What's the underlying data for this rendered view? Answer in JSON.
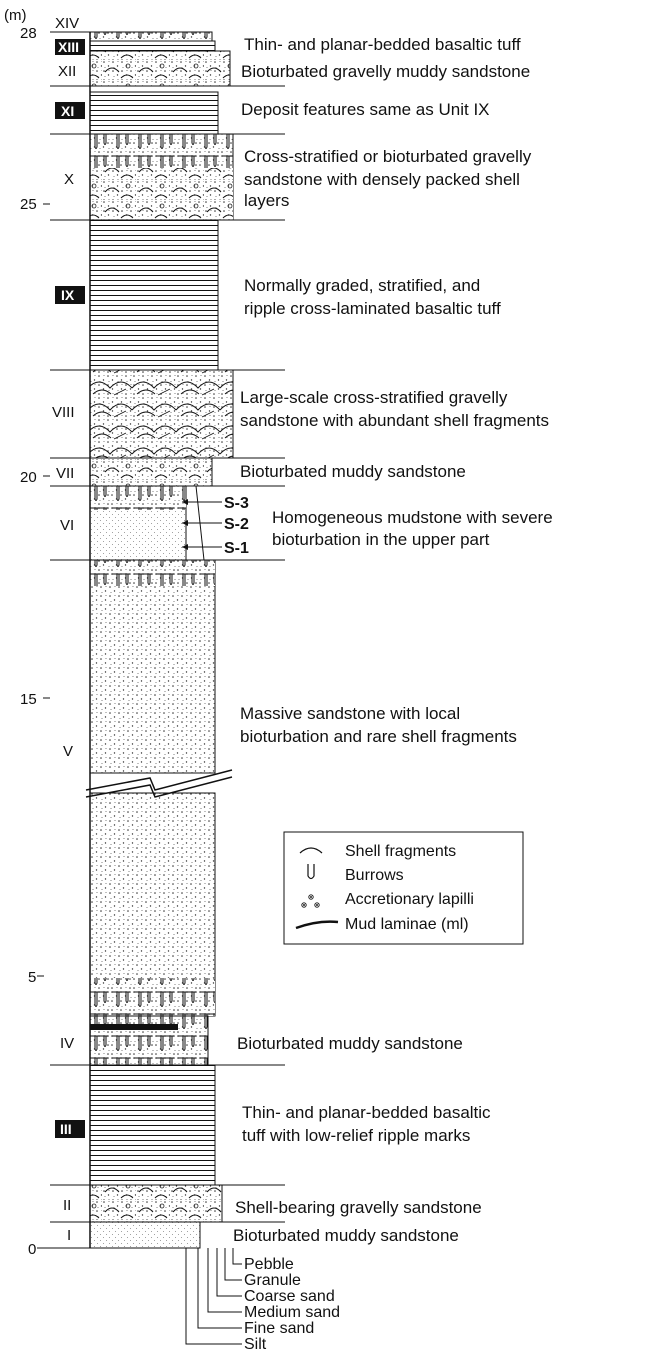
{
  "axis_unit": "(m)",
  "depth_ticks": [
    "28",
    "25",
    "20",
    "15",
    "5",
    "0"
  ],
  "units": [
    {
      "label": "XIV",
      "boxed": false
    },
    {
      "label": "XIII",
      "boxed": true
    },
    {
      "label": "XII",
      "boxed": false
    },
    {
      "label": "XI",
      "boxed": true
    },
    {
      "label": "X",
      "boxed": false
    },
    {
      "label": "IX",
      "boxed": true
    },
    {
      "label": "VIII",
      "boxed": false
    },
    {
      "label": "VII",
      "boxed": false
    },
    {
      "label": "VI",
      "boxed": false
    },
    {
      "label": "V",
      "boxed": false
    },
    {
      "label": "IV",
      "boxed": false
    },
    {
      "label": "III",
      "boxed": true
    },
    {
      "label": "II",
      "boxed": false
    },
    {
      "label": "I",
      "boxed": false
    }
  ],
  "descriptions": {
    "xiii": "Thin- and planar-bedded basaltic tuff",
    "xii": "Bioturbated gravelly muddy sandstone",
    "xi": "Deposit features same as Unit IX",
    "x": [
      "Cross-stratified or bioturbated gravelly",
      "sandstone with densely packed shell",
      "layers"
    ],
    "ix": [
      "Normally graded, stratified, and",
      "ripple cross-laminated basaltic tuff"
    ],
    "viii": [
      "Large-scale cross-stratified gravelly",
      "sandstone with abundant shell fragments"
    ],
    "vii": "Bioturbated muddy sandstone",
    "vi": [
      "Homogeneous mudstone with severe",
      "bioturbation in the upper part"
    ],
    "v": [
      "Massive sandstone with local",
      "bioturbation and rare shell fragments"
    ],
    "iv": "Bioturbated muddy sandstone",
    "iii": [
      "Thin- and planar-bedded basaltic",
      "tuff with low-relief ripple marks"
    ],
    "ii": "Shell-bearing gravelly sandstone",
    "i": "Bioturbated muddy sandstone"
  },
  "samples": [
    "S-3",
    "S-2",
    "S-1"
  ],
  "grain_sizes": [
    "Pebble",
    "Granule",
    "Coarse sand",
    "Medium sand",
    "Fine sand",
    "Silt"
  ],
  "legend": [
    {
      "icon": "shell-icon",
      "label": "Shell fragments"
    },
    {
      "icon": "burrow-icon",
      "label": "Burrows"
    },
    {
      "icon": "lapilli-icon",
      "label": "Accretionary lapilli"
    },
    {
      "icon": "mud-laminae-icon",
      "label": "Mud laminae (ml)"
    }
  ]
}
